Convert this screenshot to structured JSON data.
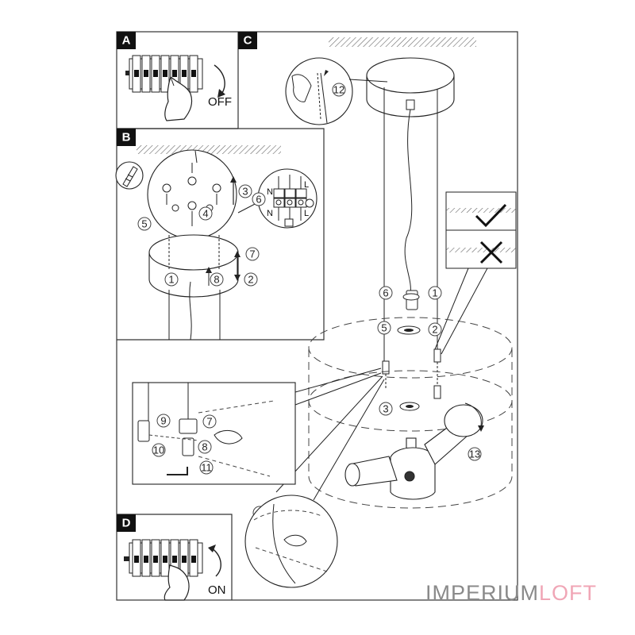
{
  "panels": {
    "a": {
      "letter": "A",
      "action": "OFF"
    },
    "b": {
      "letter": "B"
    },
    "c": {
      "letter": "C"
    },
    "d": {
      "letter": "D",
      "action": "ON"
    }
  },
  "wiring": {
    "n1": "N",
    "n2": "N",
    "l1": "L",
    "l2": "L"
  },
  "steps": {
    "b": [
      "1",
      "2",
      "3",
      "4",
      "5",
      "6",
      "7",
      "8"
    ],
    "c": [
      "1",
      "2",
      "3",
      "4",
      "5",
      "6",
      "12",
      "13"
    ],
    "inset": [
      "7",
      "8",
      "9",
      "10",
      "11"
    ]
  },
  "brand": {
    "part1": "IMPERIUM",
    "part2": "LOFT"
  }
}
